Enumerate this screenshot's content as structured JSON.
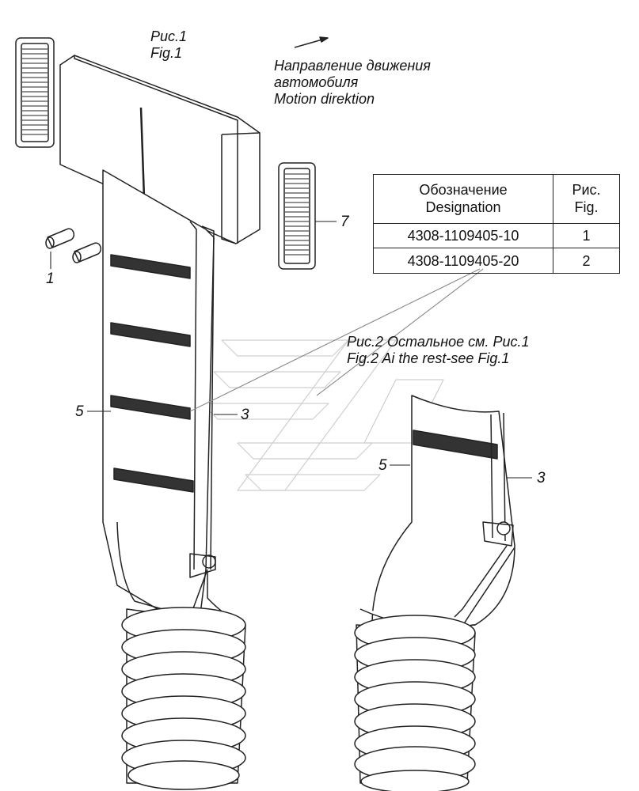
{
  "fig1_title": "Рис.1",
  "fig1_title_en": "Fig.1",
  "direction_line1": "Направление движения",
  "direction_line2": "автомобиля",
  "direction_line3": "Motion direktion",
  "fig2_note_ru": "Рис.2 Остальное см. Рис.1",
  "fig2_note_en": "Fig.2 Ai the rest-see Fig.1",
  "table": {
    "header_designation_ru": "Обозначение",
    "header_designation_en": "Designation",
    "header_fig_ru": "Рис.",
    "header_fig_en": "Fig.",
    "rows": [
      {
        "designation": "4308-1109405-10",
        "fig": "1"
      },
      {
        "designation": "4308-1109405-20",
        "fig": "2"
      }
    ]
  },
  "callouts": {
    "c1": "1",
    "c3a": "3",
    "c5a": "5",
    "c7": "7",
    "c5b": "5",
    "c3b": "3"
  }
}
